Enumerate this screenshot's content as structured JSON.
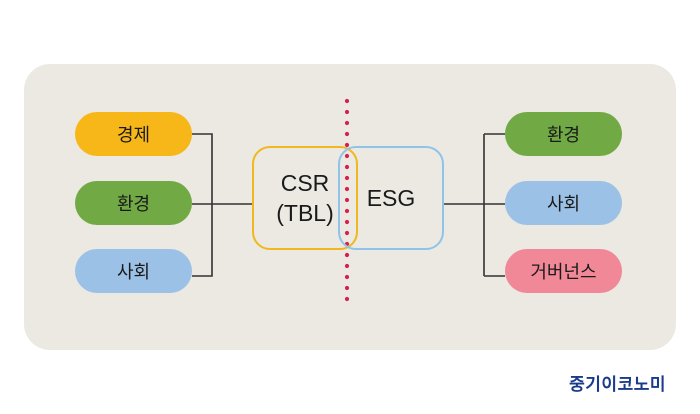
{
  "left_items": [
    {
      "label": "경제",
      "color": "#f7b719"
    },
    {
      "label": "환경",
      "color": "#71aa45"
    },
    {
      "label": "사회",
      "color": "#9cc1e6"
    }
  ],
  "right_items": [
    {
      "label": "환경",
      "color": "#71aa45"
    },
    {
      "label": "사회",
      "color": "#9cc1e6"
    },
    {
      "label": "거버넌스",
      "color": "#f08898"
    }
  ],
  "csr": {
    "line1": "CSR",
    "line2": "(TBL)",
    "border_color": "#f2b71e"
  },
  "esg": {
    "label": "ESG",
    "border_color": "#8ec4ea"
  },
  "divider_color": "#d8204e",
  "brand": "중기이코노미"
}
